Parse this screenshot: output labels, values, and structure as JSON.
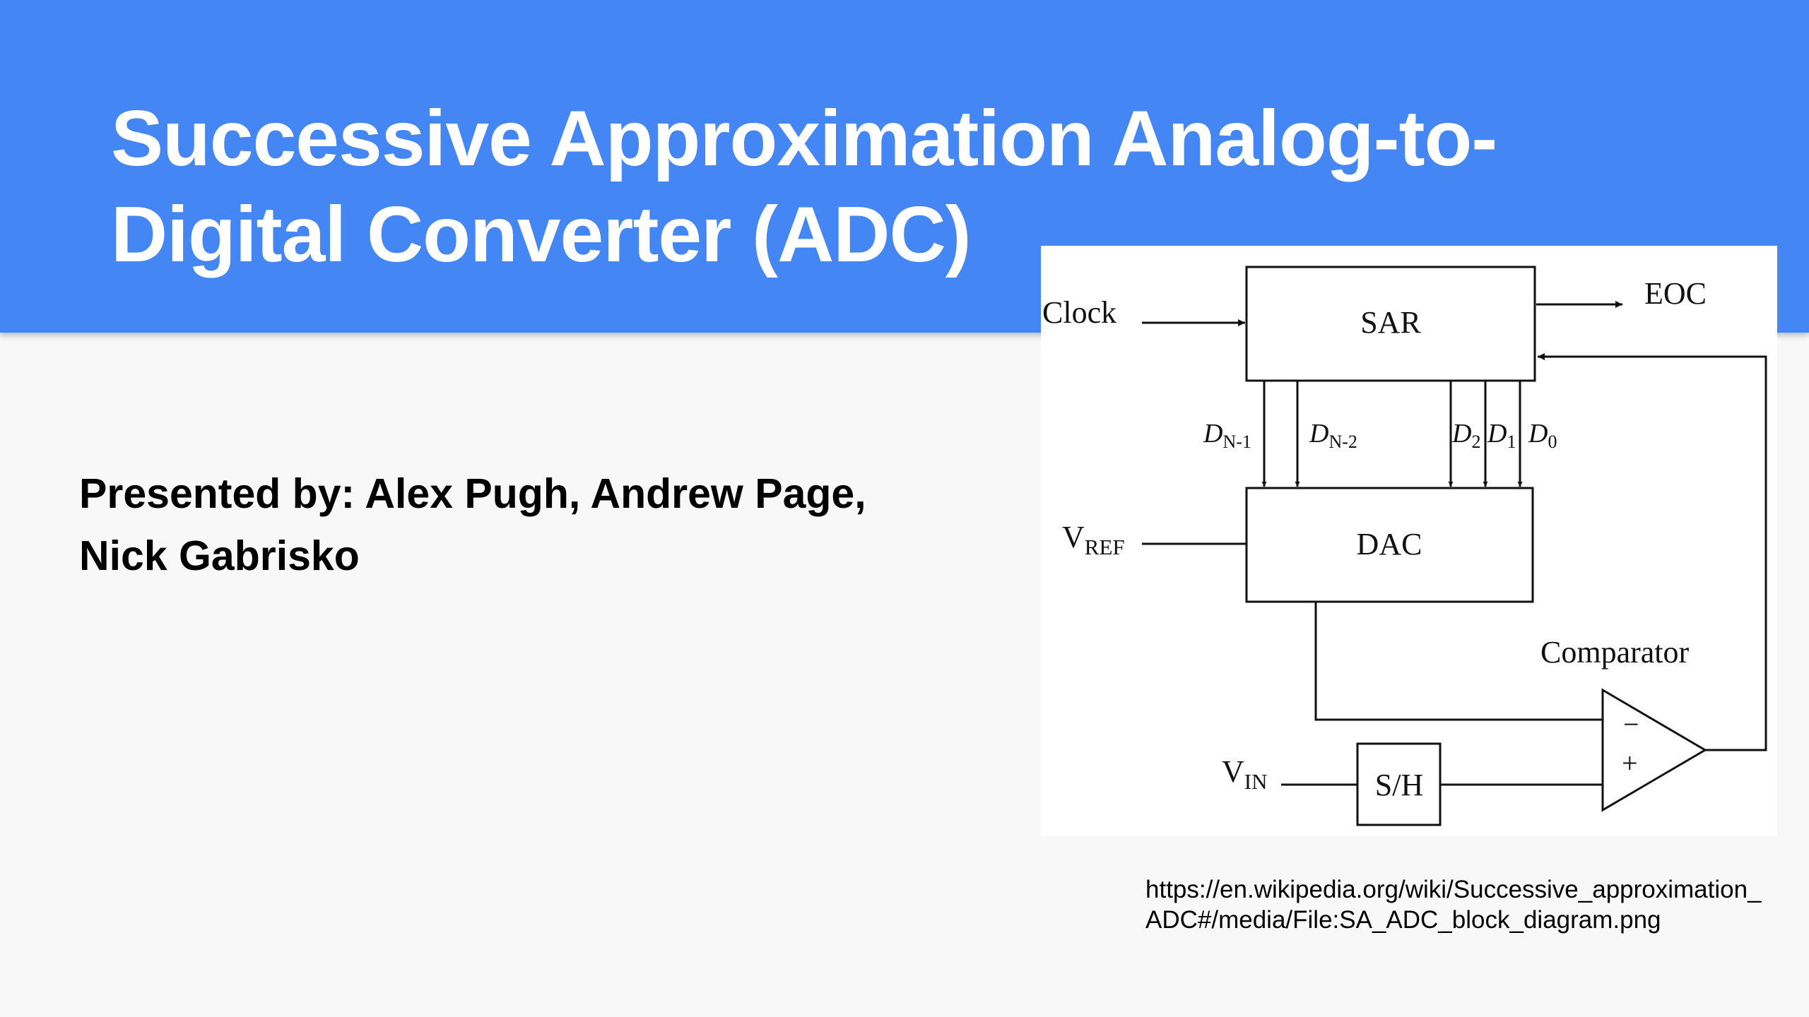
{
  "slide": {
    "title_line1": "Successive Approximation Analog-to-",
    "title_line2": "Digital Converter (ADC)",
    "presenters_line1": "Presented by:  Alex Pugh, Andrew Page,",
    "presenters_line2": "Nick Gabrisko",
    "source_line1": "https://en.wikipedia.org/wiki/Successive_approximation_",
    "source_line2": "ADC#/media/File:SA_ADC_block_diagram.png"
  },
  "colors": {
    "header": "#4486f4",
    "background": "#f8f8f8",
    "title_text": "#ffffff",
    "body_text": "#000000",
    "diagram_background": "#ffffff",
    "diagram_line": "#111111"
  },
  "diagram": {
    "blocks": {
      "sar": "SAR",
      "dac": "DAC",
      "sh": "S/H",
      "comparator": "Comparator",
      "minus": "−",
      "plus": "+"
    },
    "signals": {
      "clock": "Clock",
      "eoc": "EOC",
      "vref_main": "V",
      "vref_sub": "REF",
      "vin_main": "V",
      "vin_sub": "IN"
    },
    "bits": [
      {
        "main": "D",
        "sub": "N-1"
      },
      {
        "main": "D",
        "sub": "N-2"
      },
      {
        "main": "D",
        "sub": "2"
      },
      {
        "main": "D",
        "sub": "1"
      },
      {
        "main": "D",
        "sub": "0"
      }
    ]
  }
}
